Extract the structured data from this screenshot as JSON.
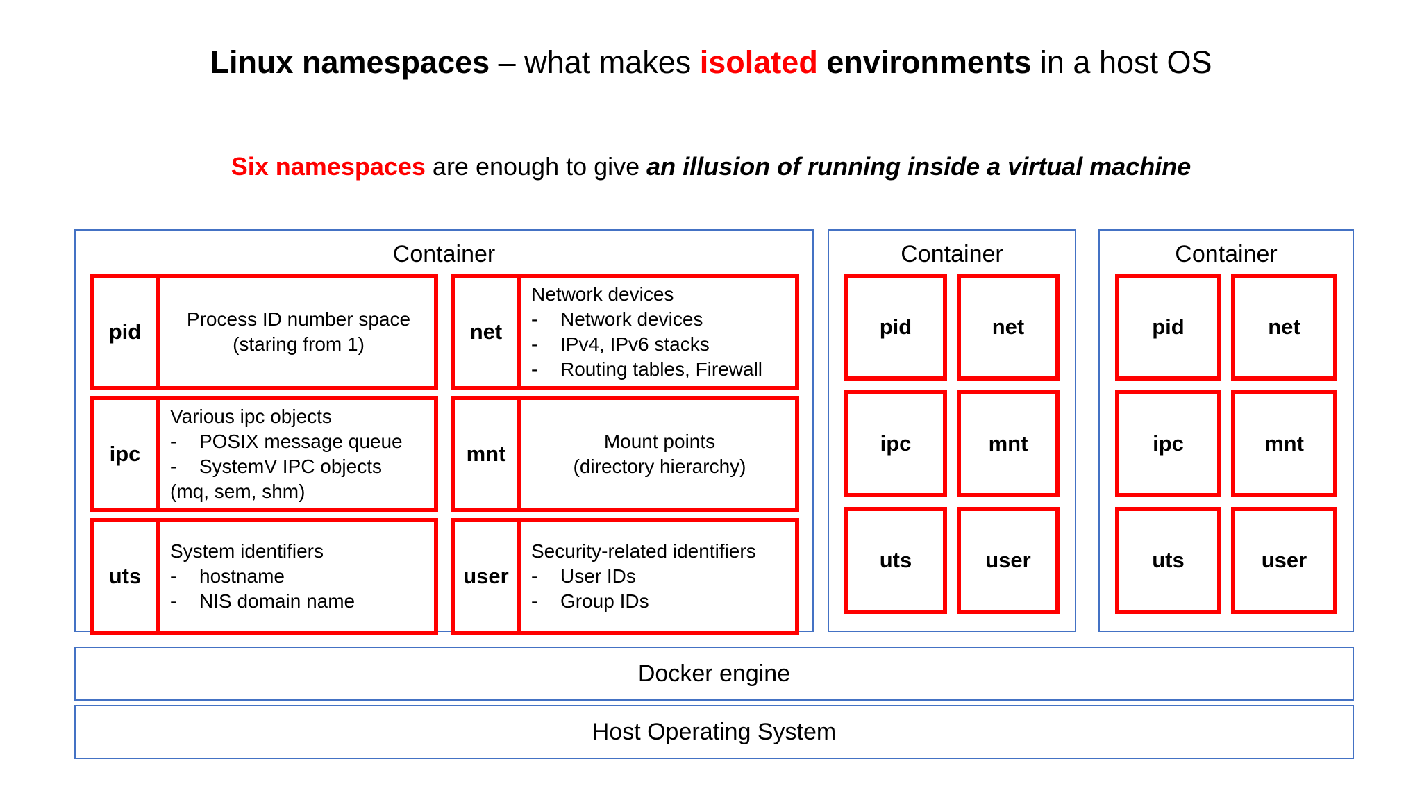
{
  "title": {
    "part1": "Linux namespaces",
    "part2": " – what makes ",
    "part3": "isolated",
    "part4": " environments",
    "part5": " in a host OS"
  },
  "subtitle": {
    "part1": "Six namespaces",
    "part2": " are enough to give ",
    "part3": "an illusion of running inside a virtual machine"
  },
  "colors": {
    "accent_red": "#FF0000",
    "panel_blue": "#4472C4",
    "background": "#FFFFFF"
  },
  "containers": [
    {
      "title": "Container",
      "detailed": true,
      "rows": [
        [
          {
            "label": "pid",
            "centered": true,
            "lines": [
              "Process ID number space",
              "(staring from 1)"
            ]
          },
          {
            "label": "net",
            "centered": false,
            "head": "Network devices",
            "bullets": [
              "Network devices",
              "IPv4, IPv6 stacks",
              "Routing tables, Firewall"
            ]
          }
        ],
        [
          {
            "label": "ipc",
            "centered": false,
            "head": "Various ipc objects",
            "bullets": [
              "POSIX message queue",
              "SystemV IPC objects"
            ],
            "sub": "(mq, sem, shm)"
          },
          {
            "label": "mnt",
            "centered": true,
            "lines": [
              "Mount points",
              "(directory hierarchy)"
            ]
          }
        ],
        [
          {
            "label": "uts",
            "centered": false,
            "head": "System identifiers",
            "bullets": [
              "hostname",
              "NIS domain name"
            ]
          },
          {
            "label": "user",
            "centered": false,
            "head": "Security-related identifiers",
            "bullets": [
              "User IDs",
              "Group IDs"
            ]
          }
        ]
      ]
    },
    {
      "title": "Container",
      "detailed": false,
      "tiles": [
        "pid",
        "net",
        "ipc",
        "mnt",
        "uts",
        "user"
      ]
    },
    {
      "title": "Container",
      "detailed": false,
      "tiles": [
        "pid",
        "net",
        "ipc",
        "mnt",
        "uts",
        "user"
      ]
    }
  ],
  "stack": {
    "docker_engine": "Docker engine",
    "host_os": "Host Operating System"
  },
  "bullet_dash": "-"
}
